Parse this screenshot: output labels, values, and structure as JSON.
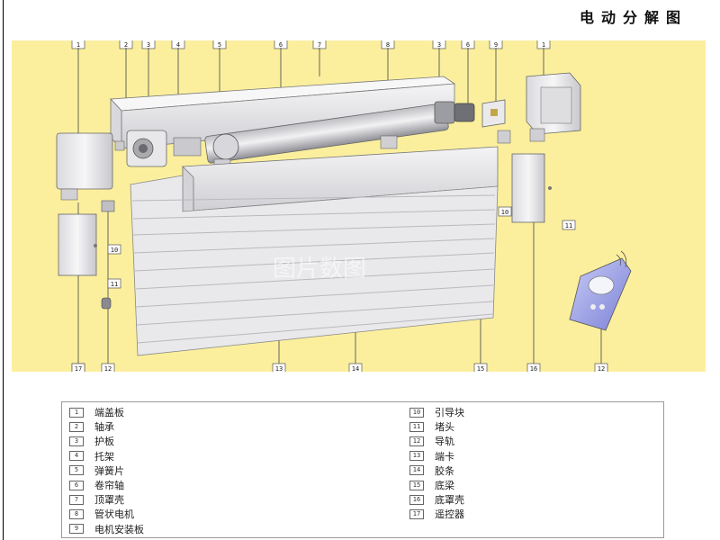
{
  "title": "电动分解图",
  "watermark": "图片数图",
  "callouts": [
    "1",
    "2",
    "3",
    "4",
    "5",
    "6",
    "7",
    "8",
    "3",
    "6",
    "9",
    "1",
    "10",
    "11",
    "10",
    "11",
    "12",
    "12",
    "13",
    "14",
    "15",
    "16",
    "12",
    "17"
  ],
  "legend": [
    {
      "num": "1",
      "text": "端盖板"
    },
    {
      "num": "2",
      "text": "轴承"
    },
    {
      "num": "3",
      "text": "护板"
    },
    {
      "num": "4",
      "text": "托架"
    },
    {
      "num": "5",
      "text": "弹簧片"
    },
    {
      "num": "6",
      "text": "卷帘轴"
    },
    {
      "num": "7",
      "text": "顶罩壳"
    },
    {
      "num": "8",
      "text": "管状电机"
    },
    {
      "num": "9",
      "text": "电机安装板"
    },
    {
      "num": "10",
      "text": "引导块"
    },
    {
      "num": "11",
      "text": "堵头"
    },
    {
      "num": "12",
      "text": "导轨"
    },
    {
      "num": "13",
      "text": "端卡"
    },
    {
      "num": "14",
      "text": "胶条"
    },
    {
      "num": "15",
      "text": "底梁"
    },
    {
      "num": "16",
      "text": "底罩壳"
    },
    {
      "num": "17",
      "text": "遥控器"
    }
  ],
  "colors": {
    "background": "#fbef9e",
    "metal": "#e6e6e8",
    "outline": "#555555",
    "remote": "#8f95e0"
  }
}
